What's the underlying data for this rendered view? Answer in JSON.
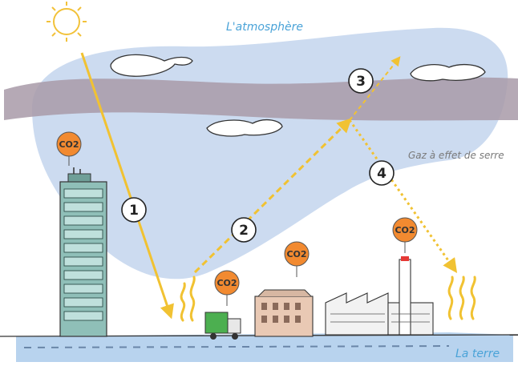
{
  "labels": {
    "atmosphere": "L'atmosphère",
    "greenhouse_gas": "Gaz à effet de serre",
    "earth": "La terre"
  },
  "steps": [
    "1",
    "2",
    "3",
    "4"
  ],
  "co2_label": "CO2",
  "colors": {
    "atmosphere_blue": "#c7d7ee",
    "greenhouse_band": "#a89aa8",
    "sun_ray": "#f2c23a",
    "heat_flow": "#f1c232",
    "co2_marker": "#f28a30",
    "ground_blue": "#b8d3ee",
    "label_blue": "#4aa3d8",
    "label_gray": "#7a7a7a"
  }
}
